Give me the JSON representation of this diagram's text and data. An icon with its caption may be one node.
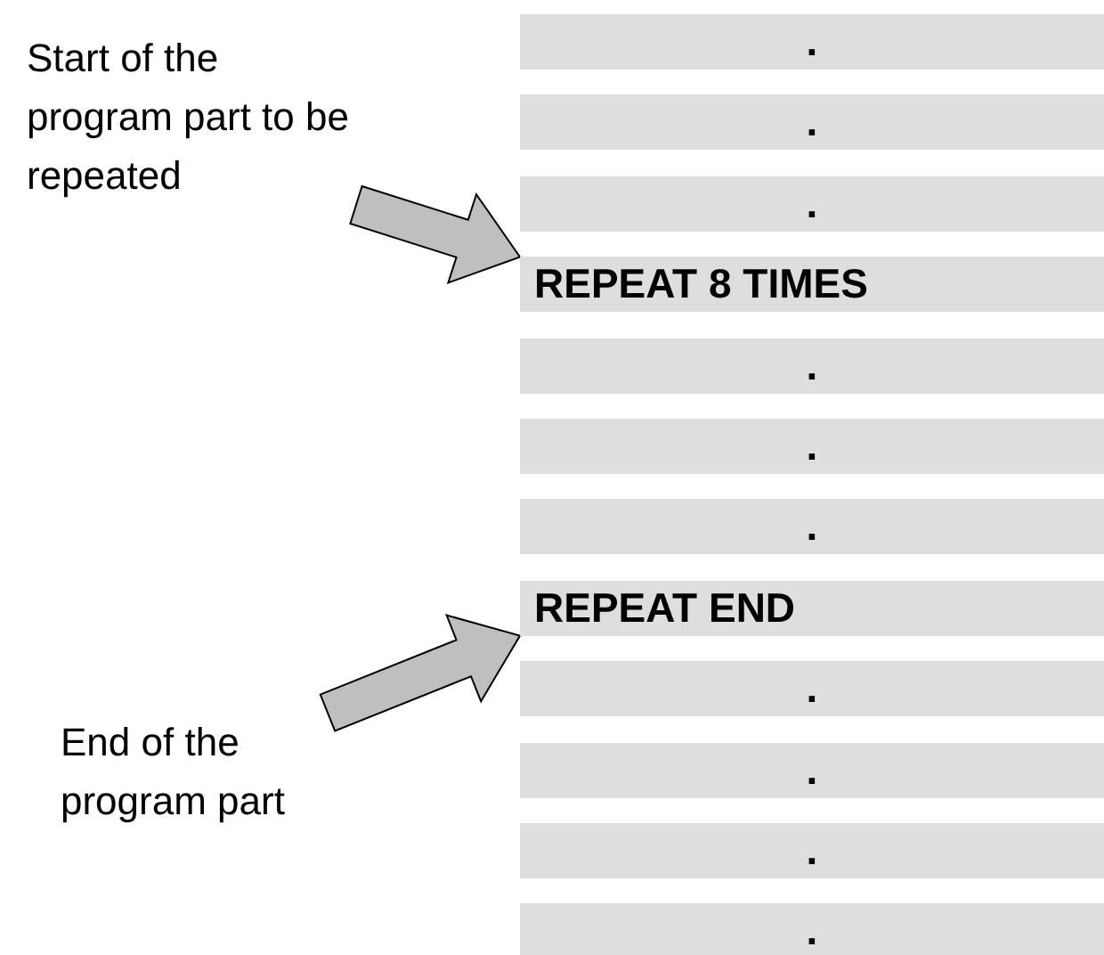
{
  "diagram": {
    "nodes": [
      {
        "text": [
          "Start of the program part to be repeated"
        ]
      },
      {
        "text": [
          "End of the program part"
        ]
      },
      {
        "text": [
          "."
        ]
      },
      {
        "text": [
          "."
        ]
      },
      {
        "text": [
          "."
        ]
      },
      {
        "text": [
          "REPEAT 8 TIMES"
        ]
      },
      {
        "text": [
          "."
        ]
      },
      {
        "text": [
          "."
        ]
      },
      {
        "text": [
          "."
        ]
      },
      {
        "text": [
          "REPEAT END"
        ]
      },
      {
        "text": [
          "."
        ]
      },
      {
        "text": [
          "."
        ]
      },
      {
        "text": [
          "."
        ]
      },
      {
        "text": [
          "."
        ]
      }
    ],
    "edges": [
      {
        "from": 0,
        "to": 5,
        "arrow": "to"
      },
      {
        "from": 1,
        "to": 9,
        "arrow": "to"
      }
    ]
  }
}
